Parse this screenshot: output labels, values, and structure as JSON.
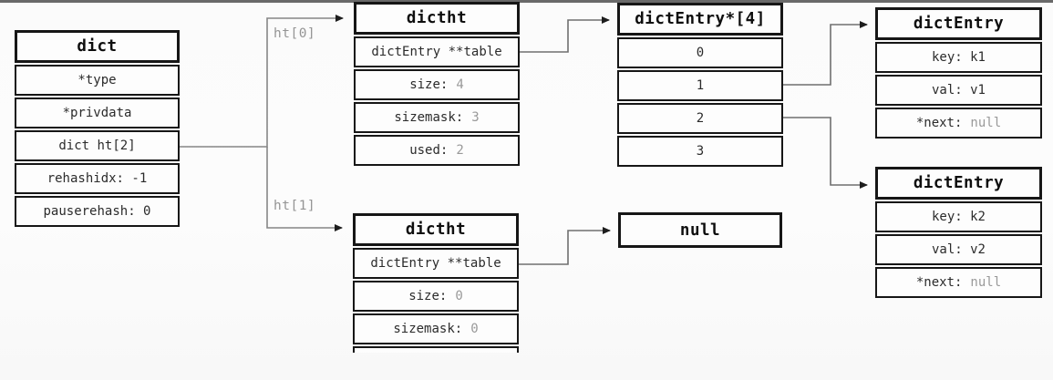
{
  "colors": {
    "box_border": "#161616",
    "row_text": "#2b2b2b",
    "muted_value": "#999999",
    "connector_line": "#868686",
    "arrowhead": "#1d1d1d"
  },
  "labels": {
    "ht0": "ht[0]",
    "ht1": "ht[1]"
  },
  "nodes": {
    "dict": {
      "title": "dict",
      "rows": [
        {
          "text": "*type"
        },
        {
          "text": "*privdata"
        },
        {
          "text": "dict ht[2]"
        },
        {
          "text": "rehashidx: -1"
        },
        {
          "text": "pauserehash: 0"
        }
      ]
    },
    "dictht0": {
      "title": "dictht",
      "rows": [
        {
          "text": "dictEntry **table"
        },
        {
          "label": "size:",
          "value": "4"
        },
        {
          "label": "sizemask:",
          "value": "3"
        },
        {
          "label": "used:",
          "value": "2"
        }
      ]
    },
    "entry_array": {
      "title": "dictEntry*[4]",
      "rows": [
        {
          "text": "0"
        },
        {
          "text": "1"
        },
        {
          "text": "2"
        },
        {
          "text": "3"
        }
      ]
    },
    "entry1": {
      "title": "dictEntry",
      "rows": [
        {
          "text": "key: k1"
        },
        {
          "text": "val: v1"
        },
        {
          "label": "*next:",
          "value": "null"
        }
      ]
    },
    "entry2": {
      "title": "dictEntry",
      "rows": [
        {
          "text": "key: k2"
        },
        {
          "text": "val: v2"
        },
        {
          "label": "*next:",
          "value": "null"
        }
      ]
    },
    "dictht1": {
      "title": "dictht",
      "rows": [
        {
          "text": "dictEntry **table"
        },
        {
          "label": "size:",
          "value": "0"
        },
        {
          "label": "sizemask:",
          "value": "0"
        }
      ]
    },
    "null_node": {
      "title": "null"
    }
  }
}
